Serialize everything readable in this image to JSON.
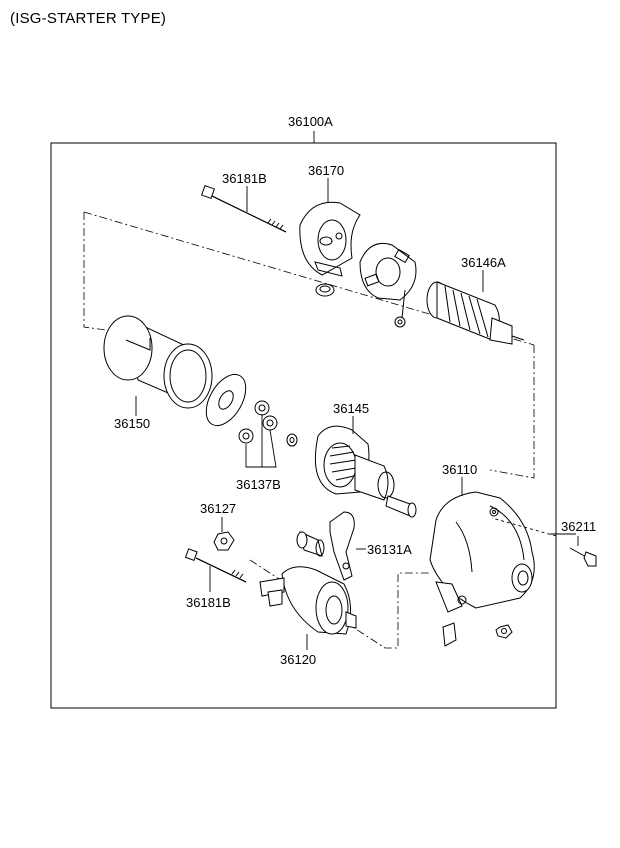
{
  "header": {
    "title": "(ISG-STARTER TYPE)"
  },
  "assembly": {
    "label": "36100A"
  },
  "parts": {
    "p36181B_top": "36181B",
    "p36170": "36170",
    "p36146A": "36146A",
    "p36150": "36150",
    "p36145": "36145",
    "p36110": "36110",
    "p36137B": "36137B",
    "p36127": "36127",
    "p36211": "36211",
    "p36131A": "36131A",
    "p36181B_bottom": "36181B",
    "p36120": "36120"
  }
}
